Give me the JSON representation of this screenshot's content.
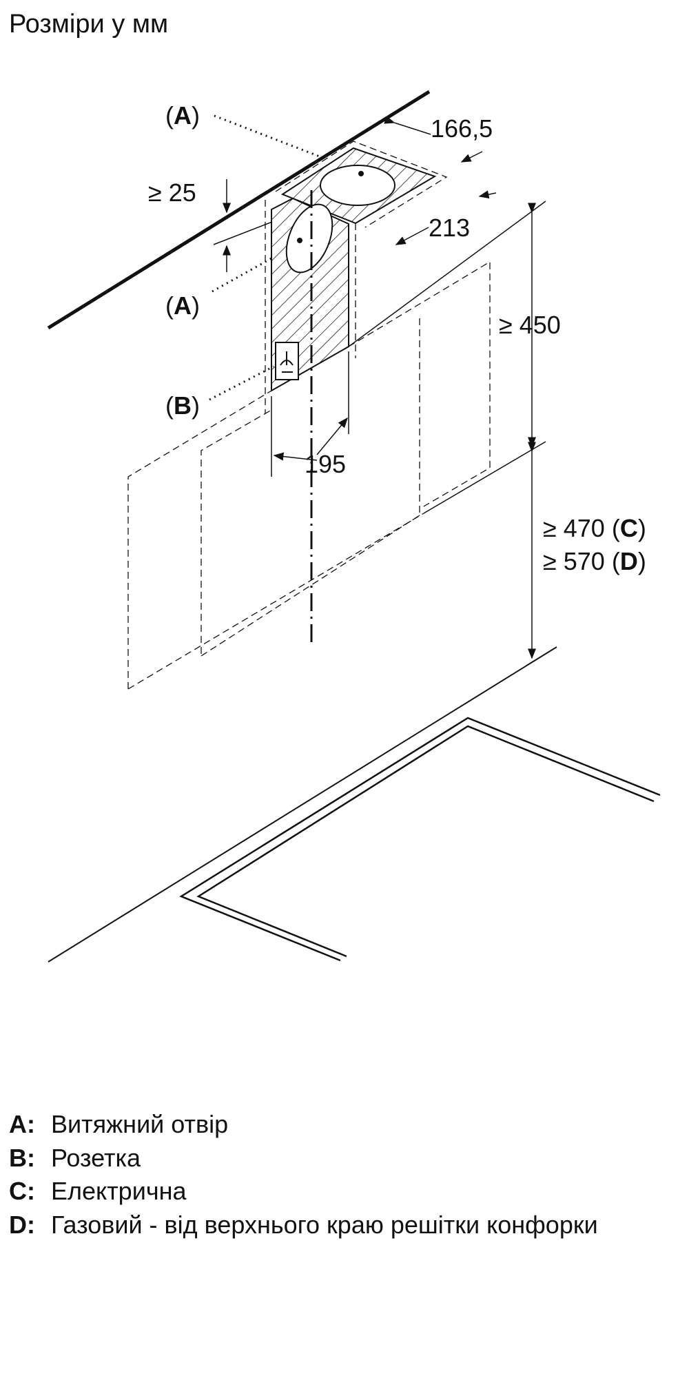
{
  "title": "Розміри у мм",
  "callouts": {
    "open": "(",
    "close": ")",
    "a": "A",
    "b": "B"
  },
  "dimensions": {
    "ceiling_gap": "≥ 25",
    "duct_depth": "166,5",
    "duct_width_top": "213",
    "duct_width": "195",
    "min_height": "≥ 450",
    "electric_height": "≥ 470 (",
    "electric_key": "C",
    "gas_height": "≥ 570 (",
    "gas_key": "D",
    "close": ")"
  },
  "legend": [
    {
      "key": "A:",
      "text": "Витяжний отвір"
    },
    {
      "key": "B:",
      "text": "Розетка"
    },
    {
      "key": "C:",
      "text": "Електрична"
    },
    {
      "key": "D:",
      "text": "Газовий - від верхнього краю решітки конфорки"
    }
  ]
}
